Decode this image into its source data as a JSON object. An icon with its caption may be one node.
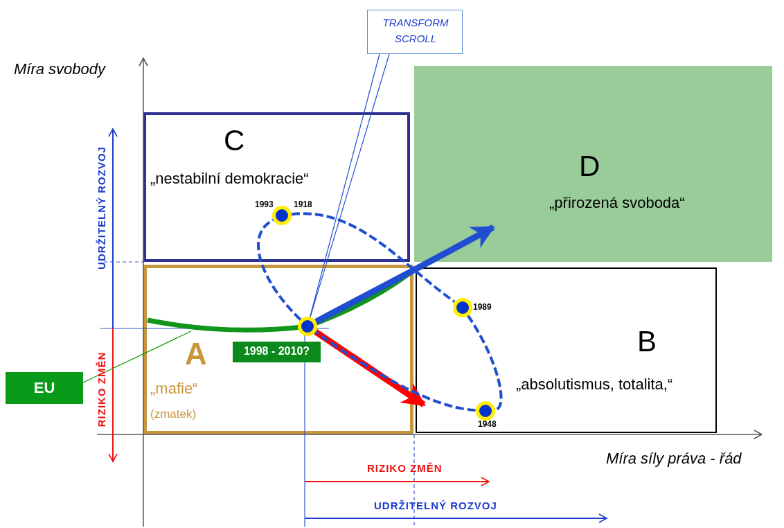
{
  "diagram": {
    "nodes": [
      {
        "text": [
          "C",
          "„nestabilní demokracie“"
        ]
      },
      {
        "text": [
          "D",
          "„přirozená svoboda“"
        ]
      },
      {
        "text": [
          "A",
          "„mafie“",
          "(zmatek)"
        ]
      },
      {
        "text": [
          "B",
          "„absolutismus, totalita,“"
        ]
      },
      {
        "text": [
          "TRANSFORM SCROLL"
        ]
      },
      {
        "text": [],
        "shape": "circle",
        "beside": [
          "1993",
          "1918"
        ],
        "in": 0
      },
      {
        "text": [],
        "shape": "circle",
        "beside": [
          "1989"
        ],
        "in": 3
      },
      {
        "text": [],
        "shape": "circle",
        "beside": [
          "1948"
        ],
        "in": 3
      },
      {
        "text": [],
        "shape": "circle",
        "in": 2
      },
      {
        "text": [
          "1998 - 2010?"
        ],
        "in": 2
      },
      {
        "text": [
          "EU"
        ]
      }
    ],
    "edges": [
      {
        "from": 4,
        "to": 8,
        "arrow": "none"
      },
      {
        "from": 8,
        "to": 1,
        "arrow": "to",
        "style": "thick"
      },
      {
        "from": 8,
        "to": 3,
        "arrow": "to",
        "style": "thick",
        "color": "#ff0000"
      },
      {
        "from": 10,
        "to": 2,
        "arrow": "none",
        "color": "#009900"
      },
      {
        "from": 5,
        "to": 6,
        "arrow": "none",
        "style": "dashed"
      },
      {
        "from": 6,
        "to": 7,
        "arrow": "none",
        "style": "dashed"
      },
      {
        "from": 7,
        "to": 8,
        "arrow": "none",
        "style": "dashed"
      },
      {
        "from": 8,
        "to": 5,
        "arrow": "none",
        "style": "dashed"
      }
    ],
    "labels": [
      "Míra svobody",
      "UDRŽITELNÝ ROZVOJ",
      "RIZIKO ZMĚN",
      "Míra síly práva - řád",
      "RIZIKO ZMĚN",
      "UDRŽITELNÝ ROZVOJ"
    ]
  }
}
